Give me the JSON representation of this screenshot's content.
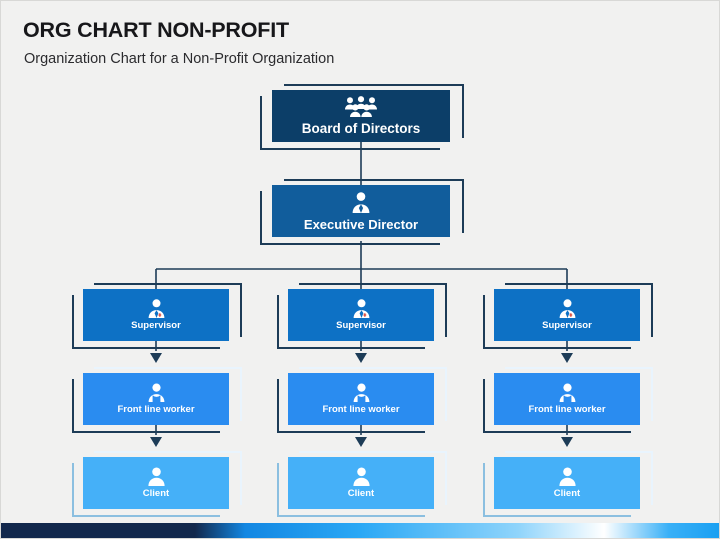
{
  "header": {
    "title": "ORG CHART NON-PROFIT",
    "subtitle": "Organization Chart for a Non-Profit Organization"
  },
  "colors": {
    "background": "#f1f1f0",
    "board": "#0c3e68",
    "executive": "#115d9c",
    "supervisor": "#0d71c5",
    "frontline": "#2a8cf0",
    "client": "#45b0f8",
    "connector": "#1d3c57",
    "frame_dark": "#1d3c57",
    "frame_light": "#e9f4fd",
    "title_text": "#17171a"
  },
  "chart": {
    "type": "org-chart",
    "levels": [
      {
        "level": 1,
        "nodes": [
          {
            "label": "Board of Directors",
            "icon": "group-of-people-icon",
            "color_key": "board"
          }
        ]
      },
      {
        "level": 2,
        "nodes": [
          {
            "label": "Executive Director",
            "icon": "person-in-suit-icon",
            "color_key": "executive"
          }
        ]
      },
      {
        "level": 3,
        "nodes": [
          {
            "label": "Supervisor",
            "icon": "supervisor-person-icon",
            "color_key": "supervisor"
          },
          {
            "label": "Supervisor",
            "icon": "supervisor-person-icon",
            "color_key": "supervisor"
          },
          {
            "label": "Supervisor",
            "icon": "supervisor-person-icon",
            "color_key": "supervisor"
          }
        ]
      },
      {
        "level": 4,
        "nodes": [
          {
            "label": "Front line worker",
            "icon": "worker-person-icon",
            "color_key": "frontline"
          },
          {
            "label": "Front line worker",
            "icon": "worker-person-icon",
            "color_key": "frontline"
          },
          {
            "label": "Front line worker",
            "icon": "worker-person-icon",
            "color_key": "frontline"
          }
        ]
      },
      {
        "level": 5,
        "nodes": [
          {
            "label": "Client",
            "icon": "person-icon",
            "color_key": "client"
          },
          {
            "label": "Client",
            "icon": "person-icon",
            "color_key": "client"
          },
          {
            "label": "Client",
            "icon": "person-icon",
            "color_key": "client"
          }
        ]
      }
    ]
  },
  "labels": {
    "board": "Board of Directors",
    "executive": "Executive Director",
    "supervisor_1": "Supervisor",
    "supervisor_2": "Supervisor",
    "supervisor_3": "Supervisor",
    "frontline_1": "Front line worker",
    "frontline_2": "Front line worker",
    "frontline_3": "Front line worker",
    "client_1": "Client",
    "client_2": "Client",
    "client_3": "Client"
  }
}
